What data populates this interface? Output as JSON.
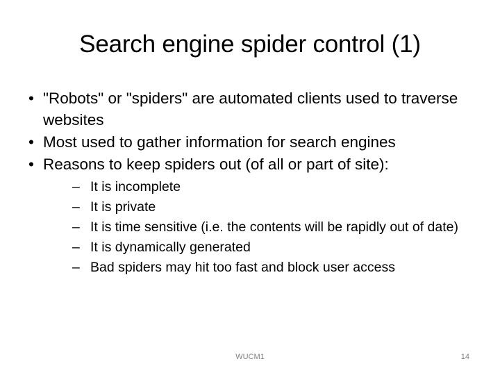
{
  "slide": {
    "title": "Search engine spider control (1)",
    "bullet_glyph": "•",
    "dash_glyph": "–",
    "bullets": [
      {
        "text": "\"Robots\" or \"spiders\" are automated clients used to traverse websites",
        "sub": []
      },
      {
        "text": "Most used to gather information for search engines",
        "sub": []
      },
      {
        "text": "Reasons to keep spiders out (of all or part of site):",
        "sub": [
          "It is incomplete",
          "It is private",
          "It is time sensitive (i.e. the contents will be rapidly out of date)",
          "It is dynamically generated",
          "Bad spiders may hit too fast and block user access"
        ]
      }
    ],
    "footer": {
      "note": "WUCM1",
      "page_number": "14"
    },
    "colors": {
      "text": "#000000",
      "background": "#ffffff",
      "footer_text": "#7f7f7f"
    }
  }
}
